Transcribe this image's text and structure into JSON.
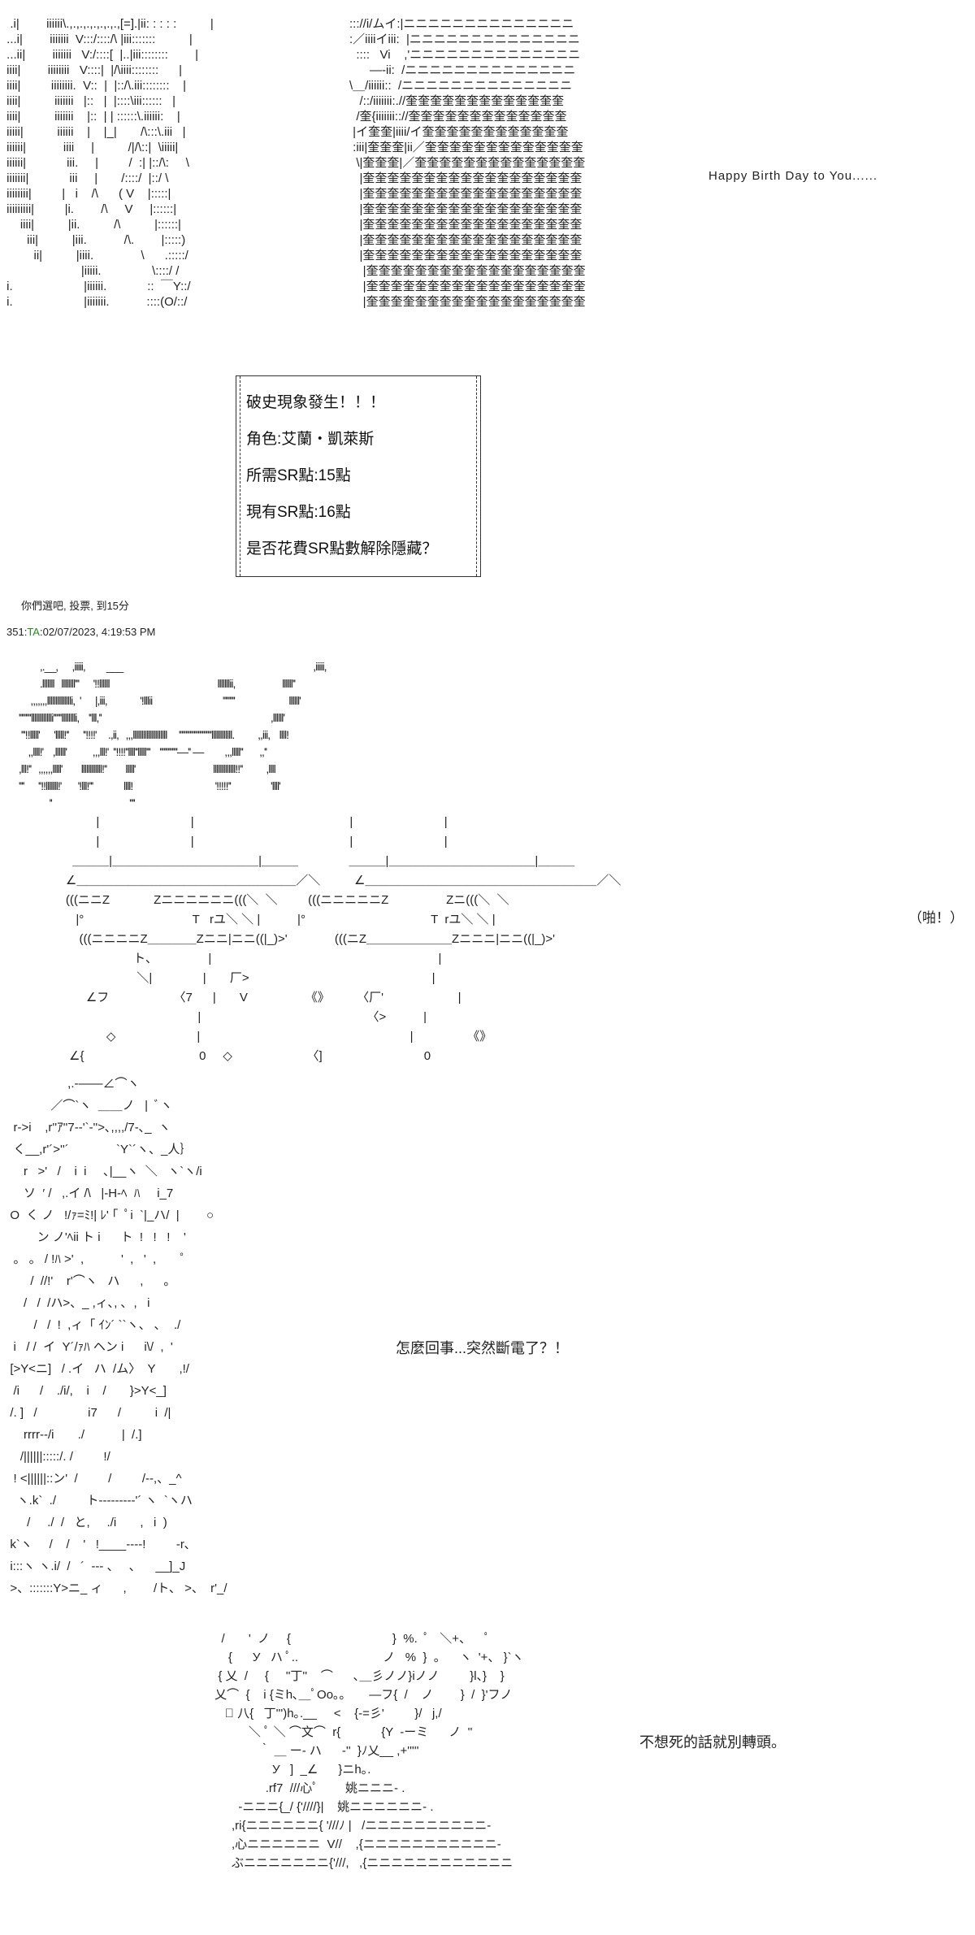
{
  "top_art": {
    "left": "  .i|        iiiiii\\.,.,.,.,.,.,.,.,[=].|ii: : : : :          |\n ...i|        iiiiiii  V:::/::::/\\ |iii:::::::          |\n ...ii|        iiiiiii   V:/::::[  |..|iii::::::::        |\n iiii|        iiiiiiii   V::::|  |/\\iiii::::::::      |\n iiii|         iiiiiiii.  V::  |  |::/\\.iii::::::::    |\n iiii|          iiiiiii   |::   |  |::::\\iii::::::   |\n iiii|          iiiiiii    |::  | | ::::::\\.iiiiii:    |\n iiiii|          iiiiii    |    |_|       /\\:::\\.iii   |\n iiiiii|           iiii     |          /|/\\::|  \\iiiii|\n iiiiii|            iii.     |         /  :| |::/\\:     \\\n iiiiiii|            iii     |       /::::/  |::/ \\\n iiiiiiii|         |   i    /\\      ( V    |:::::|\n iiiiiiiii|         |i.        /\\     V     |::::::|\n     iiii|          |ii.          /\\          |::::::|\n       iii|          |iii.           /\\.        |:::::)\n         ii|          |iiii.              \\      .:::::/\n                       |iiiii.               \\::::/ /\n i.                     |iiiiii.            ::  ￣Y::/\n i.                     |iiiiiii.           ::::(О/::/",
    "right": "::://i/ムイ:|ニニニニニニニニニニニニニニ\n:／iiiiイiii:  |ニニニニニニニニニニニニニニ\n  ::::   Vi    ,'ニニニニニニニニニニニニニニ\n      ―-ii:  /ニニニニニニニニニニニニニニ\n\\＿/iiiiii::  /ニニニニニニニニニニニニニニ\n   /::/iiiiiii:.//奎奎奎奎奎奎奎奎奎奎奎奎奎\n  /奎{iiiiiii:://奎奎奎奎奎奎奎奎奎奎奎奎奎\n |イ奎奎|iiii/イ奎奎奎奎奎奎奎奎奎奎奎奎\n :iii|奎奎奎|ii／奎奎奎奎奎奎奎奎奎奎奎奎奎\n  \\|奎奎奎|／奎奎奎奎奎奎奎奎奎奎奎奎奎奎\n   |奎奎奎奎奎奎奎奎奎奎奎奎奎奎奎奎奎奎\n   |奎奎奎奎奎奎奎奎奎奎奎奎奎奎奎奎奎奎\n   |奎奎奎奎奎奎奎奎奎奎奎奎奎奎奎奎奎奎\n   |奎奎奎奎奎奎奎奎奎奎奎奎奎奎奎奎奎奎\n   |奎奎奎奎奎奎奎奎奎奎奎奎奎奎奎奎奎奎\n   |奎奎奎奎奎奎奎奎奎奎奎奎奎奎奎奎奎奎\n    |奎奎奎奎奎奎奎奎奎奎奎奎奎奎奎奎奎奎\n    |奎奎奎奎奎奎奎奎奎奎奎奎奎奎奎奎奎奎\n    |奎奎奎奎奎奎奎奎奎奎奎奎奎奎奎奎奎奎",
    "caption": "Happy Birth Day to You......"
  },
  "status_box": {
    "lines": [
      "破史現象發生！！！",
      "角色:艾蘭‧凱萊斯",
      "所需SR點:15點",
      "現有SR點:16點",
      "是否花費SR點數解除隱藏？"
    ]
  },
  "comment": "你們選吧, 投票, 到15分",
  "post_header": {
    "number": "351",
    "separator": ":",
    "author": "TA",
    "timestamp": ":02/07/2023, 4:19:53 PM"
  },
  "sfx_art": "          ,.__,      ,iiiii,         ___                                                                                 ,iiiii,\n          .lllllll   llllllll'''      '!!llllll                                              lllllllii,                    llllll''\n      ,,,,,,,lllllllllllllli,  '      |,iii,              '!lllii                              '''''''''                       llllll'\n '''''''''lllllllllllli''''''lllllllli,    ''lll,''                                                                        ,llllll'\n  '''!!lllll'      'lllll!''      ''!!!!'     .,ii,   ,,,llllllllllllllllllll     ''''''''''''''''''''''''llllllllllll.          ,,iii,    llll!\n     ,,llll!'    ,llllll'           ,,,lll!'  ''!!!!''llll''lllll'''    '''''''''''''―'' ―         ,,,lllll''       ,,''\n ,lll!''   ,,,,,,lllll'        llllllllllll!''        lllll'                                 lllllllllllll!!''          ,llll\n ''''      ''!!lllllll!'       '!lll!'''             llll!                                   '!!!!!''                 'llll'\n              ''                                 ''''",
  "sfx_text": "ガシャ―ン！",
  "table_art": "              |                           |                                              |                           |\n              |                           |                                              |                           |\n       ＿＿＿|＿＿＿＿＿＿＿＿＿＿＿＿|＿＿＿               ＿＿＿|＿＿＿＿＿＿＿＿＿＿＿＿|＿＿＿\n     ∠＿＿＿＿＿＿＿＿＿＿＿＿＿＿＿＿＿＿／＼          ∠＿＿＿＿＿＿＿＿＿＿＿＿＿＿＿＿＿＿＿／＼\n     (((ニニZ             Zニニニニニニ(((＼  ＼         (((ニニニニニZ                 Zニ(((＼  ＼\n        |°                                T   rユ＼ ＼ |           |°                                     T  rユ＼ ＼ |\n         (((ニニニニZ＿＿＿＿Zニニ|ニニ((|_)>'              (((ニZ＿＿＿＿＿＿＿Zニニニ|ニニ((|_)>'\n                         ト、               |                                                                   |\n                          ＼|               |       厂>                                                      |\n           ∠フ                   〈7      |       V                 《》        〈厂'                      |\n                                            |                                                 〈>           |\n                 ◇                        |                                                              |                《》\n      ∠{                                  0     ◇                      〈]                              0",
  "table_sfx": "（啪！）",
  "girl_art": "                   ,.-――∠⌒ヽ\n              ／⌒`ヽ  ＿＿ノ   |  ﾞヽ\n   r‐>i    ,r''ｱ''7-‐'`-''>､,,,,/7-､_  ヽ\n   く__,r'´>''´              `Y`´ヽ、_人｝\n      r   >'   /    i  i     ､|__ヽ  ＼   ヽ`ヽ/i\n      ソ  ′ /   ,.イ /\\   |‐H-ﾍ  ﾊ     i_7\n  O  く ノ   !/ｧ=ﾐ!| ﾚ' ｢  ﾟi  `|_ハ/  |        ○\n          ン ノ'ﾍii ト i      ト  !   !   !    '\n   。 。 / !ﾊ >'  ,           '  ,   '  ,       ゜\n        /  //!'    r'⌒ヽ   ハ      ,      。\n      /   /  /ハ>、_ ,ィ､, ､  ,   i\n         /   /  !  ,ィ「 ｲﾝ´ ``ヽ、 ､    ./\n   i   / /  イ  Y´/ｧﾊ ヘン i      i\\/  ,  '\n  [>Y<ニ]   / .イ   ハ  /ム〉  Y       ,!/\n   /i      /    ./i/,    i    /       }>Y<_]\n  /. ]   /               i7      /          i  /|\n      rrrr‐‐/i       ./           |  /.]\n     /||||||:::::/. /         !/\n   ! <||||||::ン'  /         /         /‐-,、_^\n    ヽ.k`  ./         ト--------‐'´ ヽ  `ヽハ\n       /     ./  /   と,     ./i       ,   i  )\n  k`ヽ     /    /    '   !____--‐-!         ‐r､\n  i:::ヽ ヽ.i/  /   ´  ‐-- 、   ､      __]_J\n  >、:::::::Y>ニ_ ィ      ,        /ト、 >、  r'_/",
  "girl_dialogue": "怎麼回事...突然斷電了？！",
  "shadow_art": "               /       '  ノ     {                              }  %.  ﾟ   ＼+、    ﾟ\n                 {      У   ハ ﾟ..                         ノ   %  }  。    ヽ  '+、 }`ヽ\n              { 乂  /     {     ''丁''    ⌒      ､＿彡ノノ}iノノ         }l、}    }\n             乂⌒  {    i {ミh､＿ﾟOo｡｡       ―フ{  /    ノ        }  /  }'フノ\n                ﾟ 八{   丁''')h｡.__     <    {‐=彡'         }/   j,/\n                       ＼ ﾟ ＼ ⌒文⌒  r{            {Y  ‐ーミ      ノ  ''\n                          ｀ ＿ ー‐ ハ      -''  }ﾉ乂__ ,+'''''\n                              У   ]  _∠      }ニh｡.\n                            .rf7  ///心ﾟ        姚ニニニ‐ .\n                    -ニニニ{_/ {'////}|    姚ニニニニニニ- .\n                  ,ri{ニニニニニニ{ '///ﾉ |   /ニニニニニニニニニニ-\n                  ,心ニニニニニニ  V//    ,{ニニニニニニニニニニニ-\n                  ぶニニニニニニニ{'///,   ,{ニニニニニニニニニニニニ",
  "shadow_dialogue": "不想死的話就別轉頭。"
}
